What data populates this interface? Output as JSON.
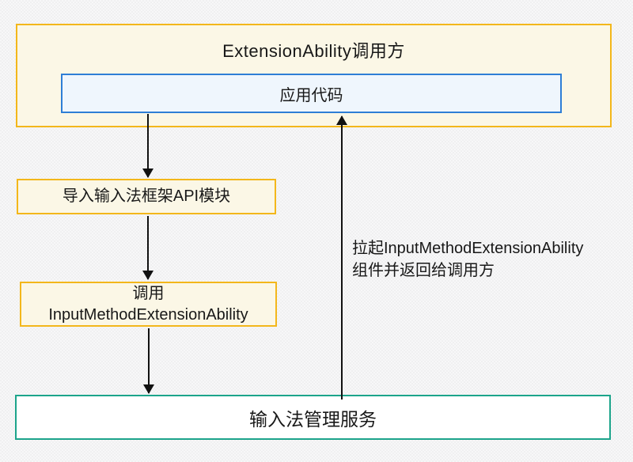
{
  "diagram": {
    "caller": {
      "title": "ExtensionAbility调用方"
    },
    "app_code": {
      "label": "应用代码"
    },
    "import_module": {
      "label": "导入输入法框架API模块"
    },
    "call_ability": {
      "line1": "调用",
      "line2": "InputMethodExtensionAbility"
    },
    "ime_service": {
      "label": "输入法管理服务"
    },
    "return_label": {
      "line1": "拉起InputMethodExtensionAbility",
      "line2": "组件并返回给调用方"
    },
    "edges": [
      {
        "from": "应用代码",
        "to": "导入输入法框架API模块",
        "direction": "down",
        "label": ""
      },
      {
        "from": "导入输入法框架API模块",
        "to": "调用InputMethodExtensionAbility",
        "direction": "down",
        "label": ""
      },
      {
        "from": "调用InputMethodExtensionAbility",
        "to": "输入法管理服务",
        "direction": "down",
        "label": ""
      },
      {
        "from": "输入法管理服务",
        "to": "应用代码",
        "direction": "up",
        "label": "拉起InputMethodExtensionAbility组件并返回给调用方"
      }
    ],
    "colors": {
      "yellow_border": "#F3B71B",
      "yellow_fill": "#FBF7E6",
      "blue_border": "#2E7ED6",
      "blue_fill": "#EFF6FD",
      "teal_border": "#1CA48B",
      "service_fill": "#FFFFFF",
      "text": "#181818",
      "arrow": "#111111",
      "background": "#F4F4F5"
    }
  }
}
